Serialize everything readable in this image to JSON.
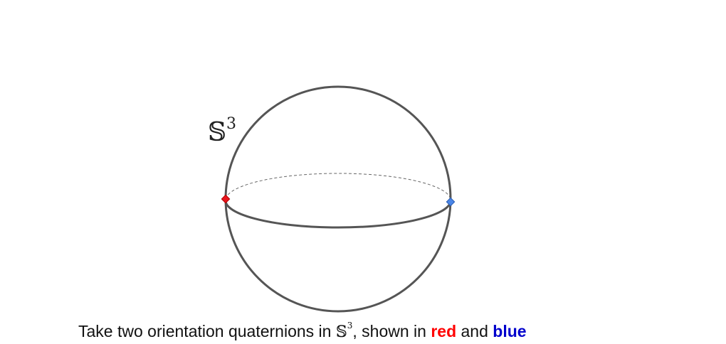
{
  "sphere": {
    "label_symbol": "𝕊",
    "label_exponent": "3"
  },
  "caption": {
    "part1": "Take two orientation quaternions in ",
    "math_symbol": "𝕊",
    "math_exponent": "3",
    "part2": ", shown in ",
    "red_word": "red",
    "part3": " and ",
    "blue_word": "blue"
  },
  "colors": {
    "sphere_outline": "#555555",
    "dashed_line": "#666666",
    "red_point": "#e8141c",
    "blue_point": "#4a86e8",
    "red_text": "#ff0000",
    "blue_text": "#0000cc"
  },
  "points": [
    {
      "name": "red-quaternion-point",
      "color": "red"
    },
    {
      "name": "blue-quaternion-point",
      "color": "blue"
    }
  ]
}
